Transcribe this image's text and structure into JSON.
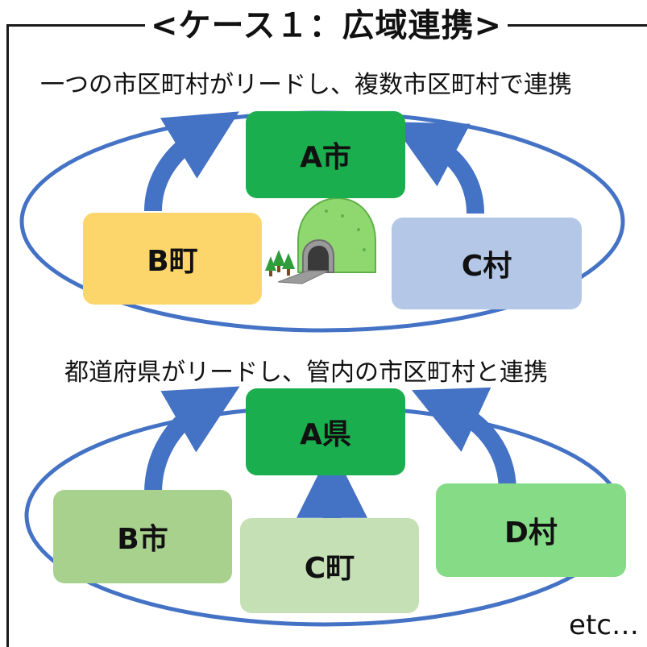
{
  "title": "<ケース１：広域連携>",
  "section1": {
    "caption": "一つの市区町村がリードし、複数市区町村で連携",
    "lead": "A市",
    "members": [
      "B町",
      "C村"
    ]
  },
  "section2": {
    "caption": "都道府県がリードし、管内の市区町村と連携",
    "lead": "A県",
    "members": [
      "B市",
      "C町",
      "D村"
    ]
  },
  "etc": "etc…",
  "colors": {
    "ellipse": "#4472c4",
    "arrow": "#4472c4",
    "lead": "#1aae4e",
    "b_town": "#fdd66b",
    "c_village": "#b4c7e7",
    "b_city": "#a9d18e",
    "c_town": "#c5e0b4",
    "d_village": "#86db86",
    "tunnel_hill": "#8fd870"
  }
}
